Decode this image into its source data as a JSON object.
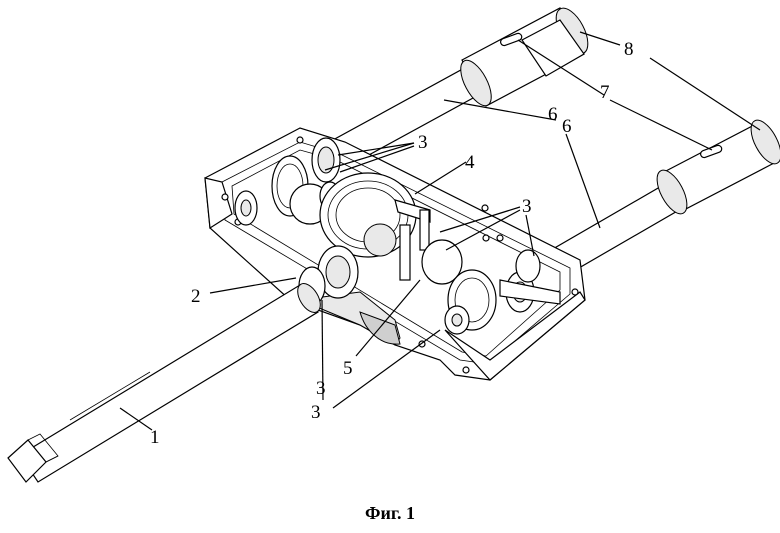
{
  "labels": {
    "l1": "1",
    "l2": "2",
    "l3a": "3",
    "l3b": "3",
    "l3c": "3",
    "l3d": "3",
    "l4": "4",
    "l5": "5",
    "l6a": "6",
    "l6b": "6",
    "l7": "7",
    "l8": "8"
  },
  "caption": "Фиг. 1"
}
